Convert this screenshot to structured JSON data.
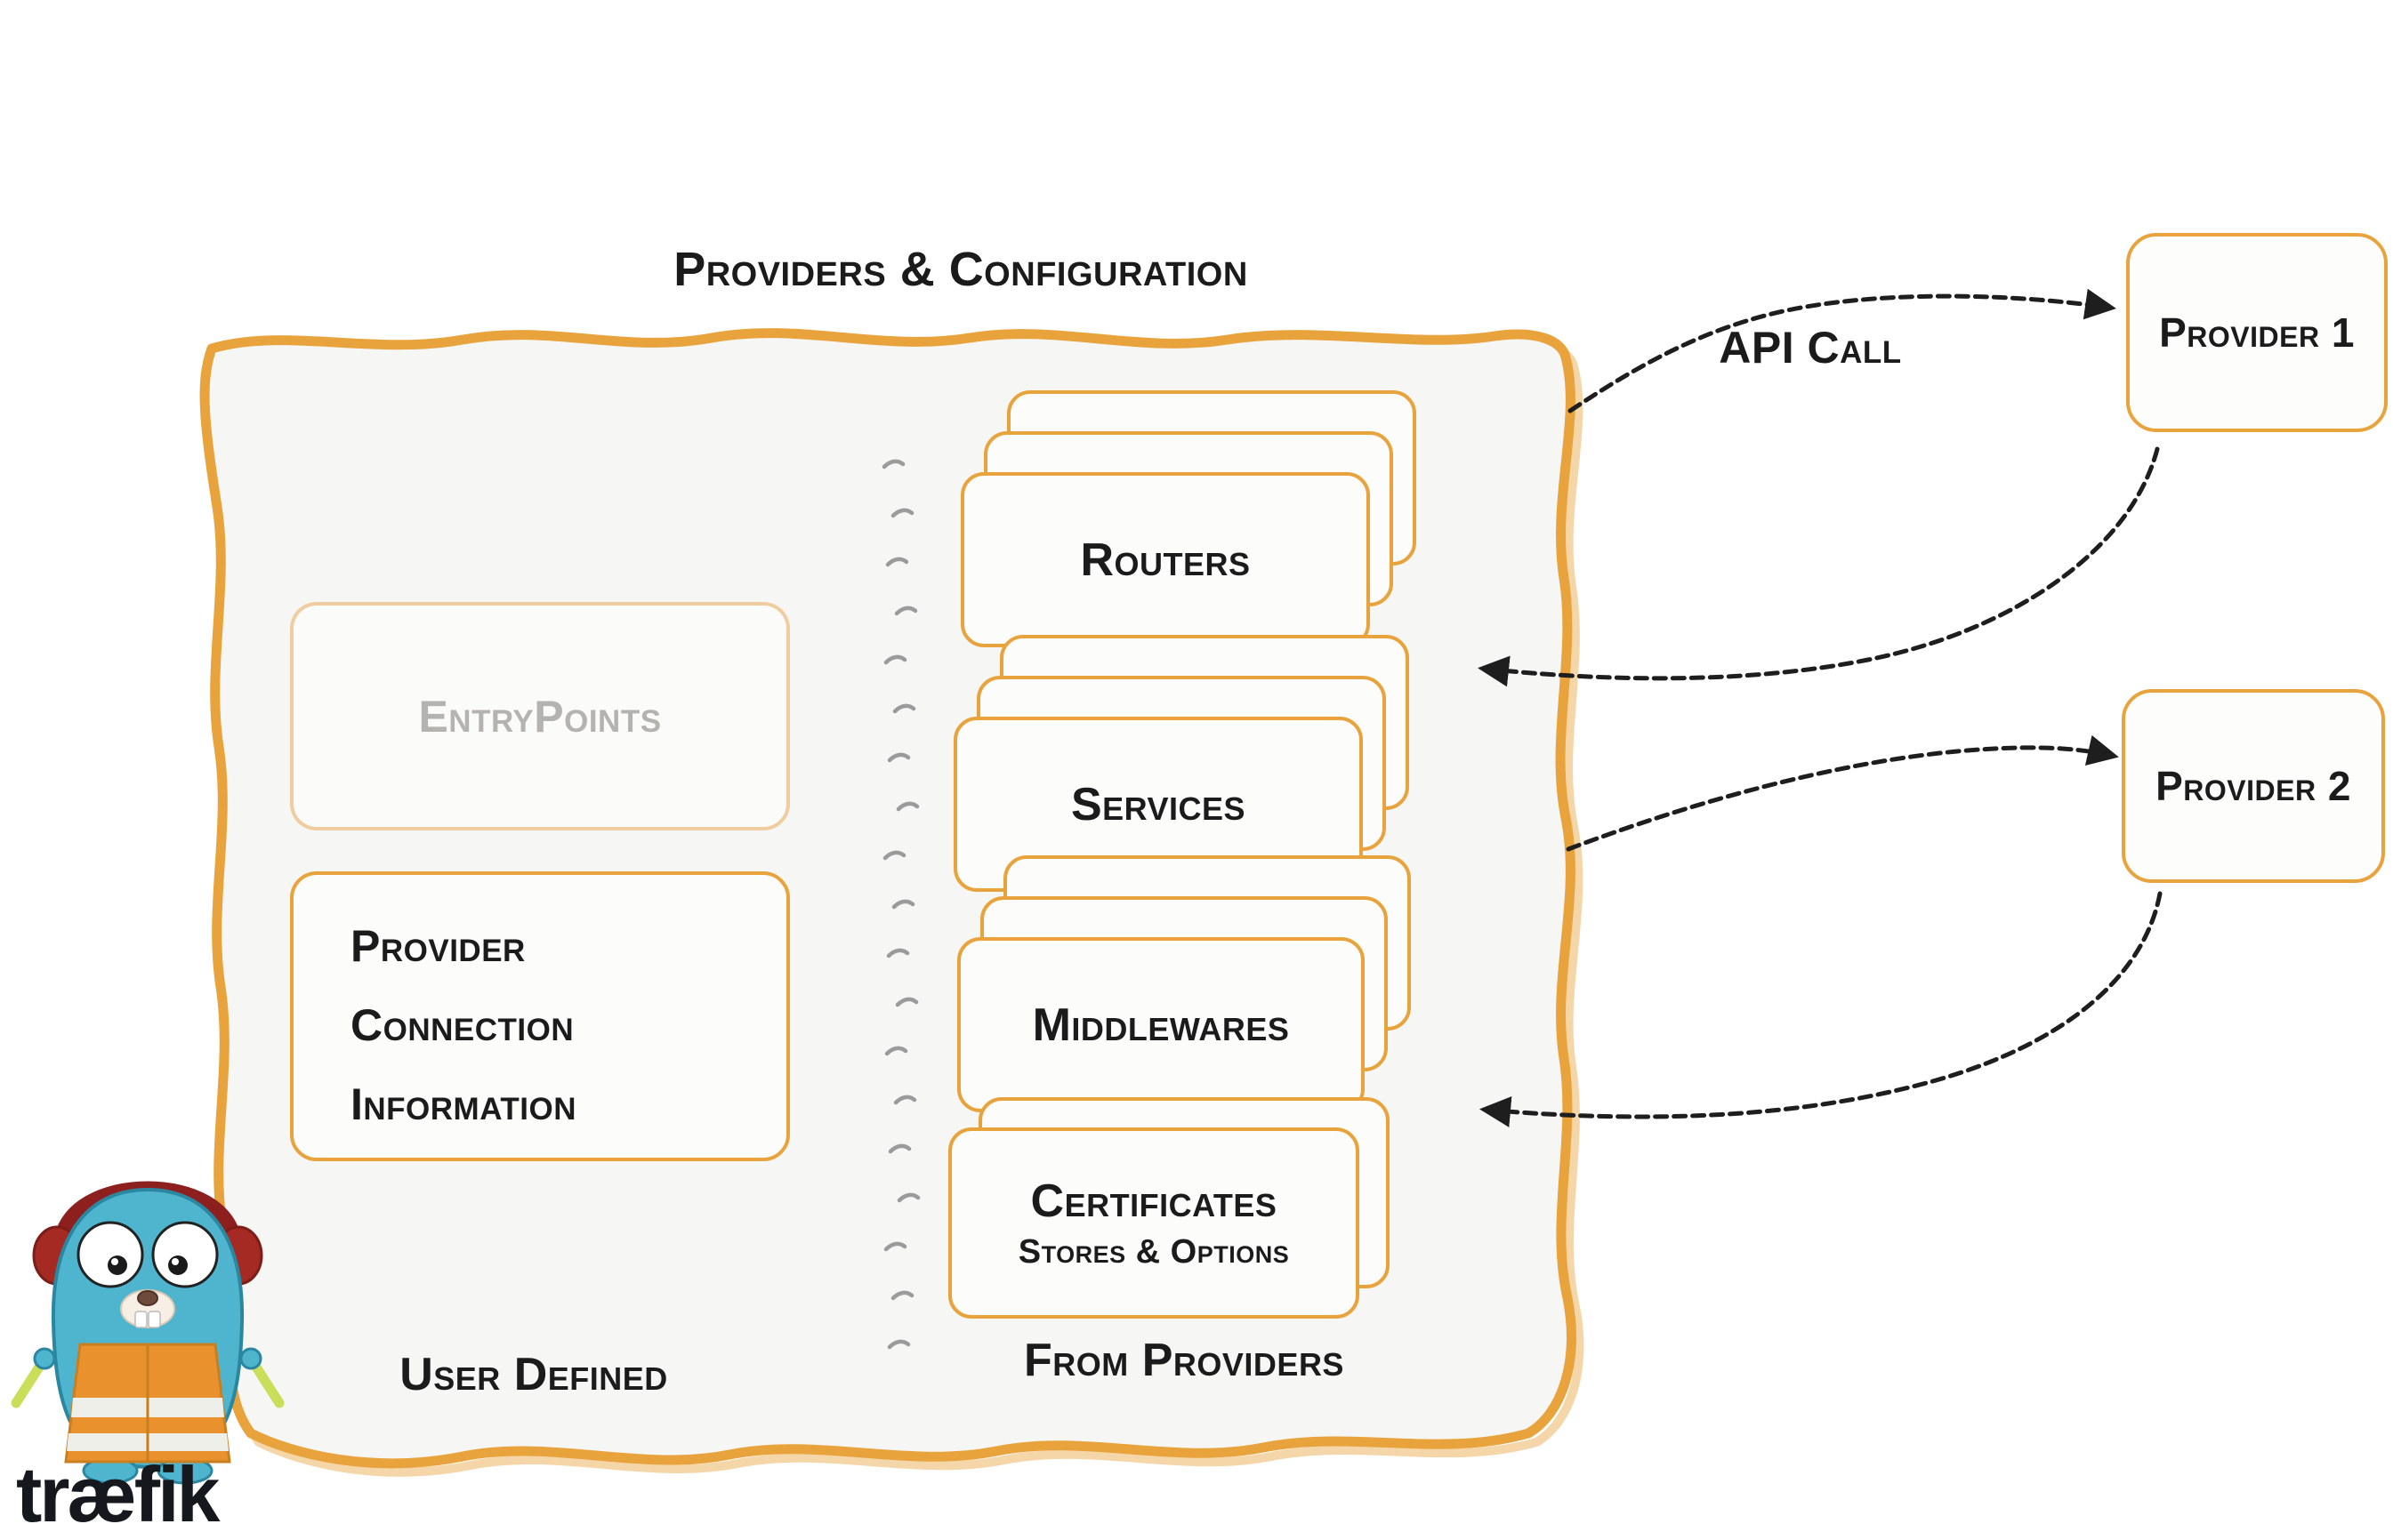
{
  "title": "Providers & Configuration",
  "api_call_label": "API Call",
  "panel": {
    "user_defined": {
      "entrypoints_label": "EntryPoints",
      "provider_connection_label": "Provider Connection Information",
      "caption": "User Defined"
    },
    "from_providers": {
      "caption": "From Providers",
      "items": [
        {
          "label": "Routers"
        },
        {
          "label": "Services"
        },
        {
          "label": "Middlewares"
        },
        {
          "label": "Certificates",
          "sublabel": "Stores & Options"
        }
      ]
    }
  },
  "providers": [
    {
      "label": "Provider 1"
    },
    {
      "label": "Provider 2"
    }
  ],
  "logo": {
    "wordmark": "træfik"
  },
  "colors": {
    "accent_orange": "#E8A33D",
    "panel_fill": "#F6F6F5",
    "card_fill": "#FCFCFB",
    "text": "#1B1B1B",
    "muted_text": "#B5B3B0",
    "arrow": "#1E1E1E",
    "logo_teal": "#4FB4CE",
    "headphone_red": "#A42A23",
    "vest_orange": "#E8912D"
  }
}
